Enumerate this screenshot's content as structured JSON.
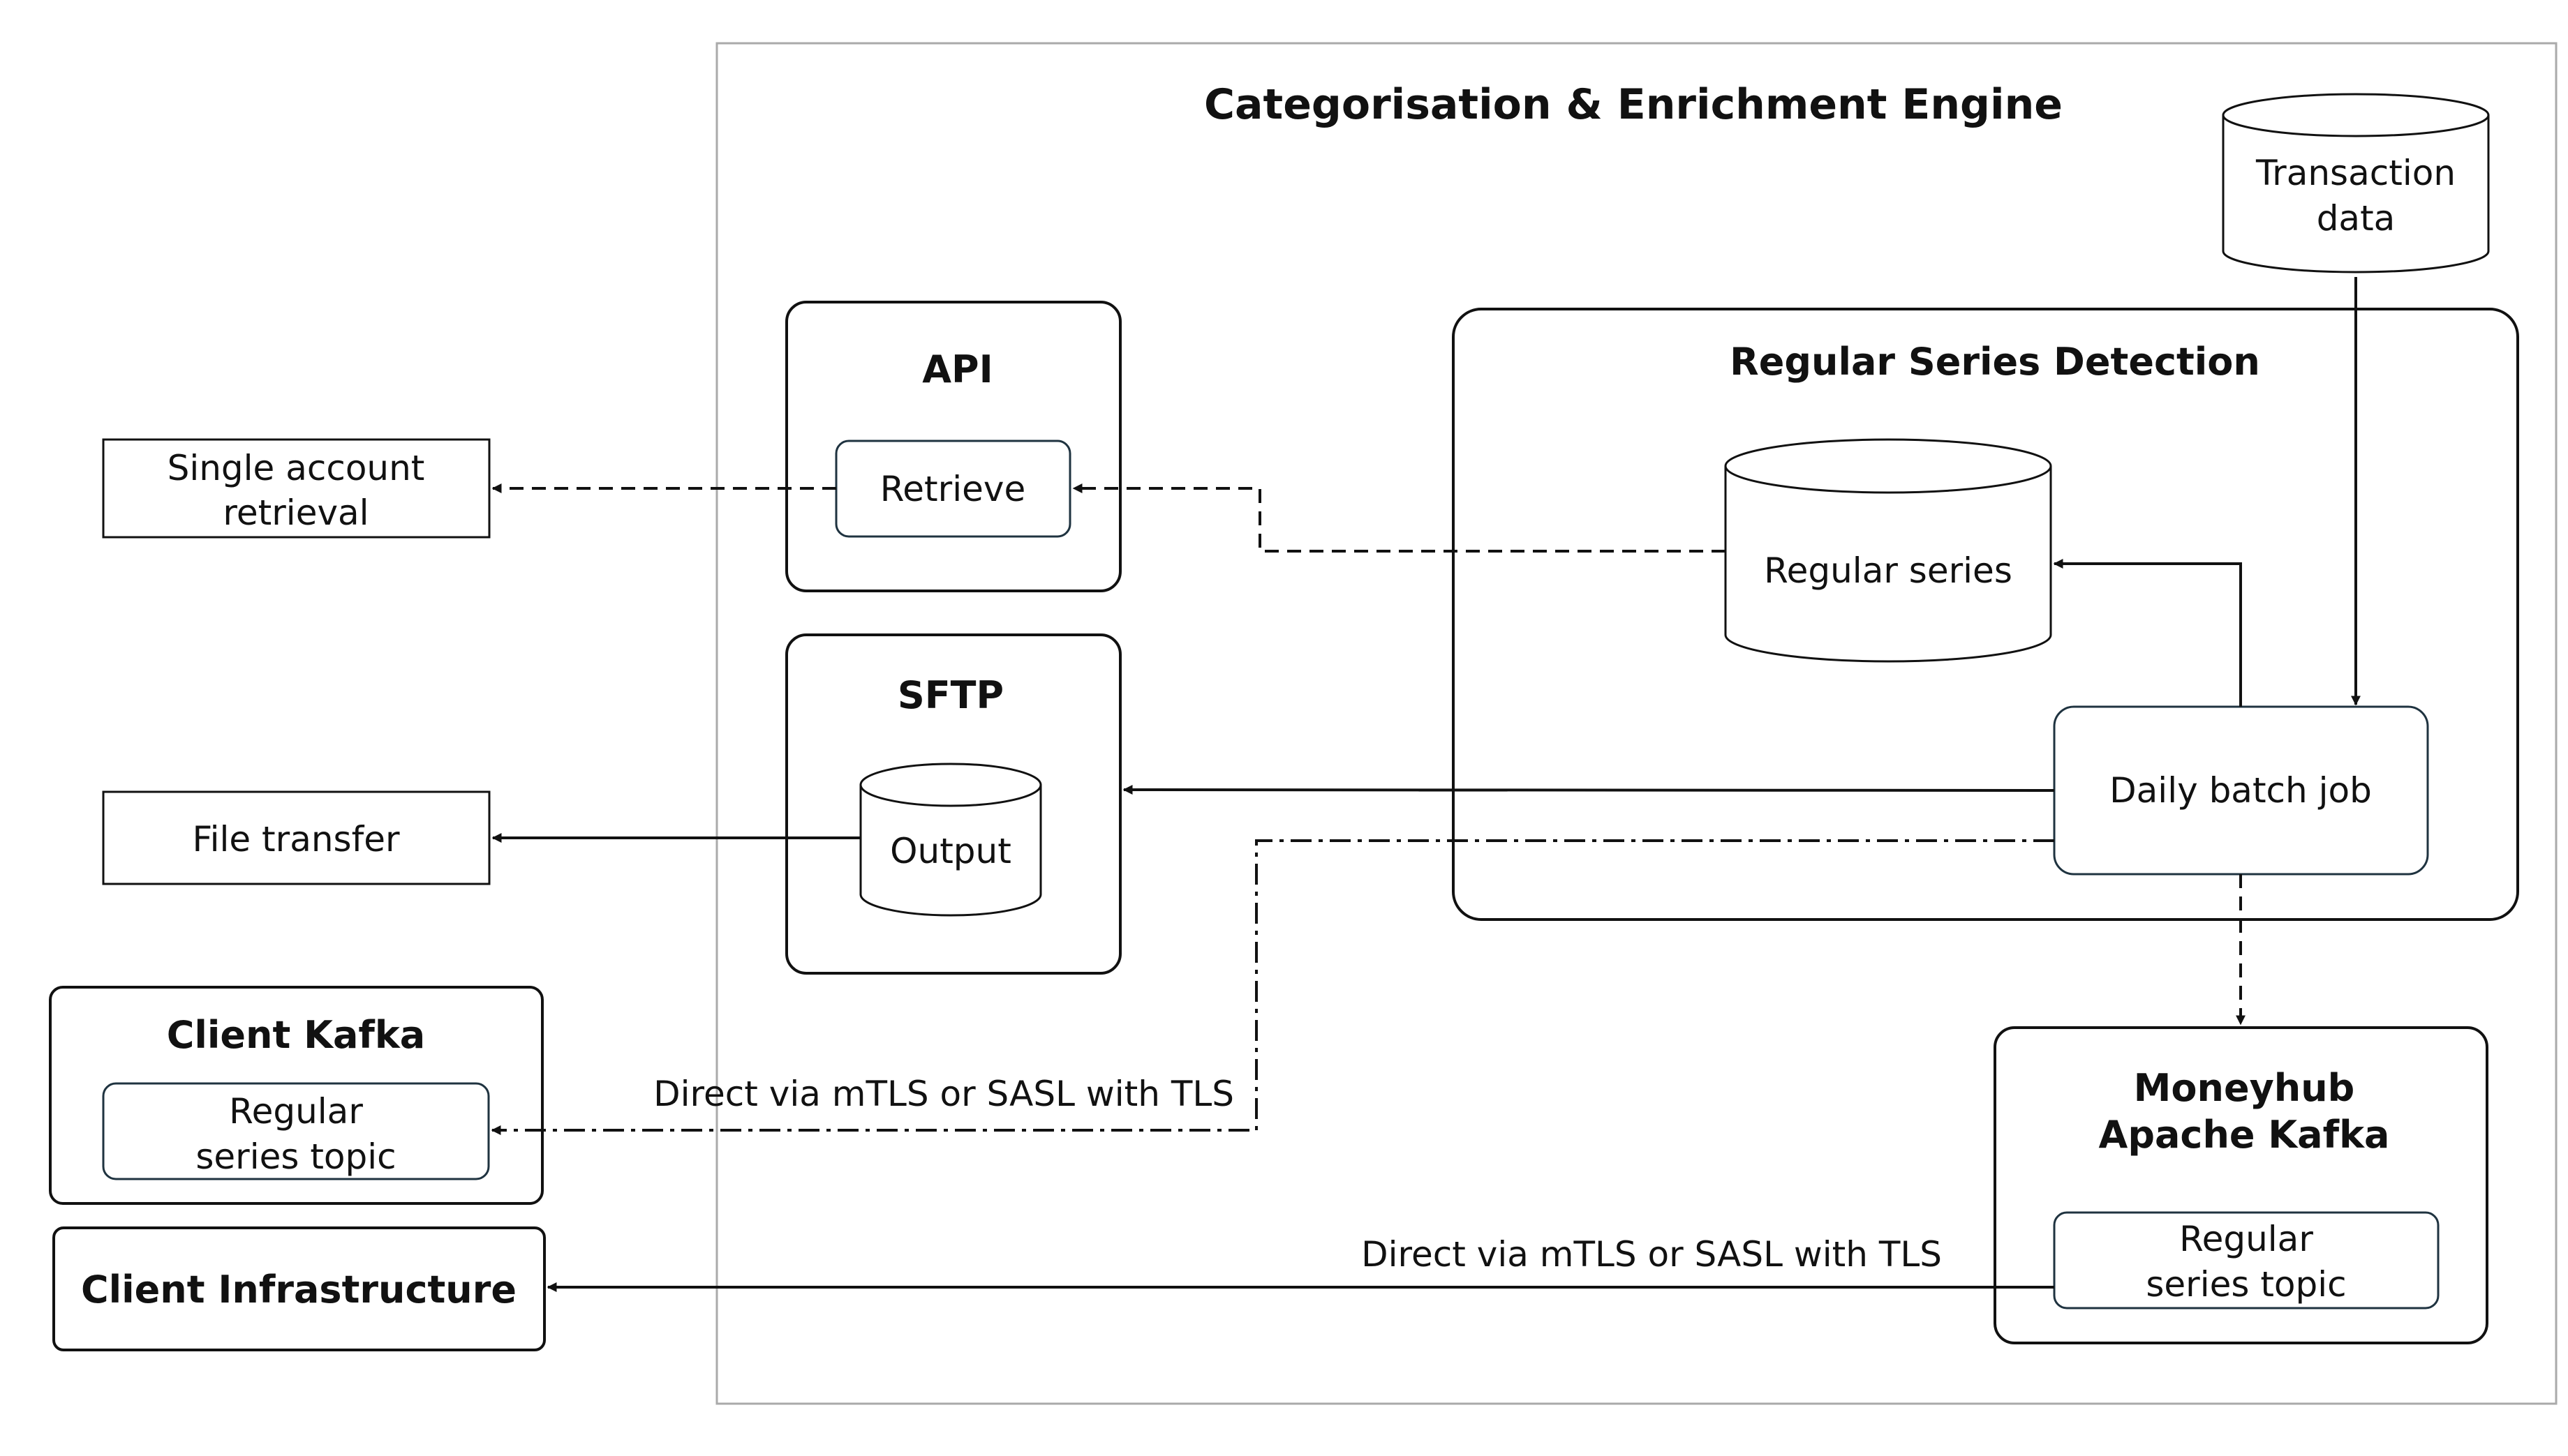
{
  "engine": {
    "title": "Categorisation & Enrichment Engine"
  },
  "transaction_data": {
    "line1": "Transaction",
    "line2": "data"
  },
  "rsd": {
    "title": "Regular Series Detection",
    "store": "Regular series",
    "job": "Daily batch job"
  },
  "api": {
    "title": "API",
    "retrieve": "Retrieve"
  },
  "sftp": {
    "title": "SFTP",
    "output": "Output"
  },
  "single_account": {
    "line1": "Single account",
    "line2": "retrieval"
  },
  "file_transfer": {
    "label": "File transfer"
  },
  "client_kafka": {
    "title": "Client Kafka",
    "topic_line1": "Regular",
    "topic_line2": "series topic"
  },
  "client_infra": {
    "label": "Client Infrastructure"
  },
  "moneyhub_kafka": {
    "line1": "Moneyhub",
    "line2": "Apache Kafka",
    "topic_line1": "Regular",
    "topic_line2": "series topic"
  },
  "labels": {
    "direct_1": "Direct via mTLS or SASL with TLS",
    "direct_2": "Direct via mTLS or SASL with TLS"
  },
  "colors": {
    "stroke": "#111111",
    "frame": "#aaaaaa",
    "inner_stroke": "#1f3340"
  }
}
